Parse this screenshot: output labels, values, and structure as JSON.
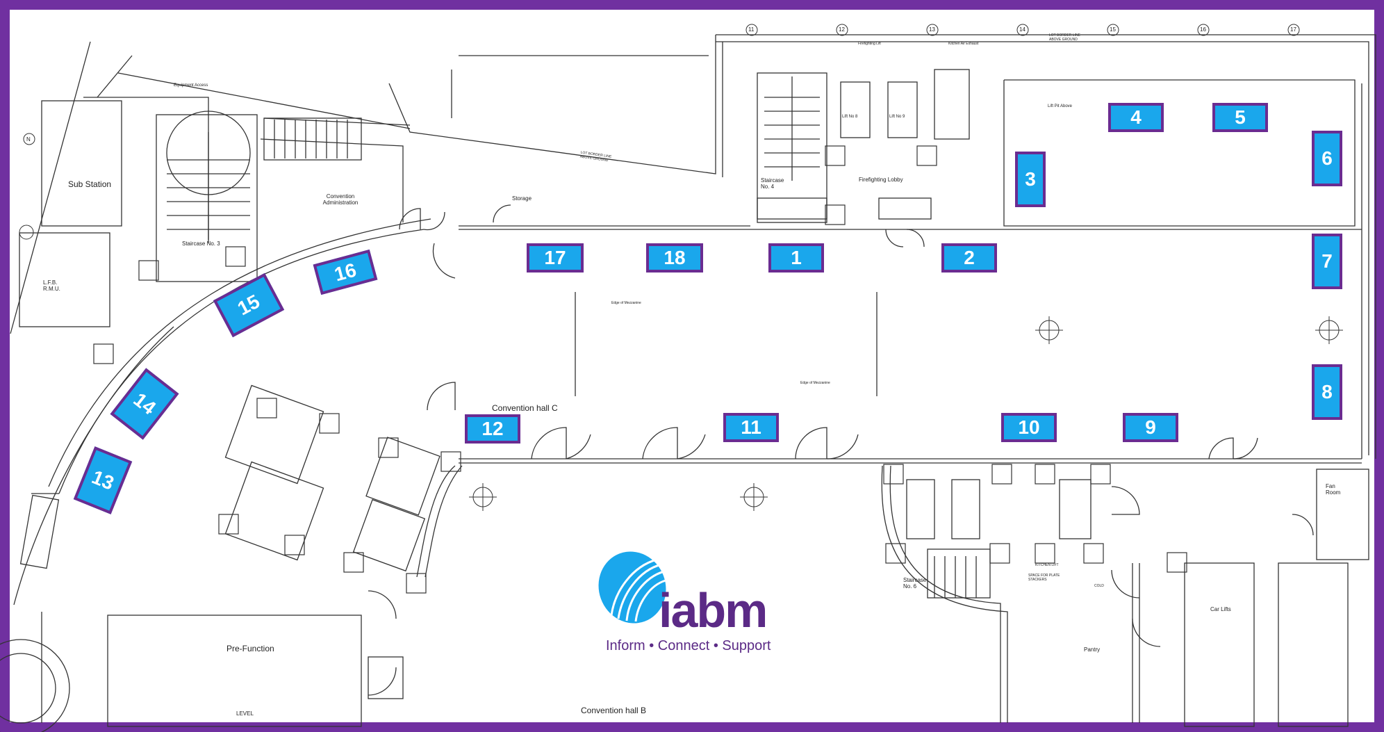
{
  "brand": {
    "name": "iabm",
    "tagline": "Inform • Connect • Support",
    "primary_color": "#5b2a86",
    "accent_color": "#1aa7ec",
    "frame_color": "#7030a0"
  },
  "rooms": {
    "sub_station": "Sub Station",
    "lfb": "L.F.B. R.M.U.",
    "staircase_3": "Staircase No. 3",
    "convention_admin": "Convention Administration",
    "storage": "Storage",
    "staircase_4": "Staircase No. 4",
    "firefighting_lobby": "Firefighting Lobby",
    "lift_8": "Lift No 8",
    "lift_9": "Lift No 9",
    "lift_pit": "Lift Pit Above",
    "hall_c": "Convention hall C",
    "hall_b": "Convention hall B",
    "pre_function": "Pre-Function",
    "staircase_6": "Staircase No. 6",
    "pantry": "Pantry",
    "car_lifts": "Car Lifts",
    "fan_room": "Fan Room",
    "equipment_access": "Equipment Access",
    "firefighting_lift": "Firefighting Lift",
    "kitchen_exhaust": "Kitchen Air Exhaust",
    "lot_border_1": "LOT BORDER LINE ABOVE GROUND",
    "lot_border_2": "LOT BORDER LINE ABOVE GROUND",
    "edge_mezz_1": "Edge of Mezzanine",
    "edge_mezz_2": "Edge of Mezzanine",
    "plate_stackers": "SPACE FOR PLATE STACKERS",
    "kitchen_lift": "KITCHEN LIFT",
    "cold": "COLD",
    "level": "LEVEL",
    "north": "N"
  },
  "grid_labels": [
    "11",
    "12",
    "13",
    "14",
    "15",
    "16",
    "17"
  ],
  "booths": [
    {
      "id": "1",
      "label": "1"
    },
    {
      "id": "2",
      "label": "2"
    },
    {
      "id": "3",
      "label": "3"
    },
    {
      "id": "4",
      "label": "4"
    },
    {
      "id": "5",
      "label": "5"
    },
    {
      "id": "6",
      "label": "6"
    },
    {
      "id": "7",
      "label": "7"
    },
    {
      "id": "8",
      "label": "8"
    },
    {
      "id": "9",
      "label": "9"
    },
    {
      "id": "10",
      "label": "10"
    },
    {
      "id": "11",
      "label": "11"
    },
    {
      "id": "12",
      "label": "12"
    },
    {
      "id": "13",
      "label": "13"
    },
    {
      "id": "14",
      "label": "14"
    },
    {
      "id": "15",
      "label": "15"
    },
    {
      "id": "16",
      "label": "16"
    },
    {
      "id": "17",
      "label": "17"
    },
    {
      "id": "18",
      "label": "18"
    }
  ]
}
